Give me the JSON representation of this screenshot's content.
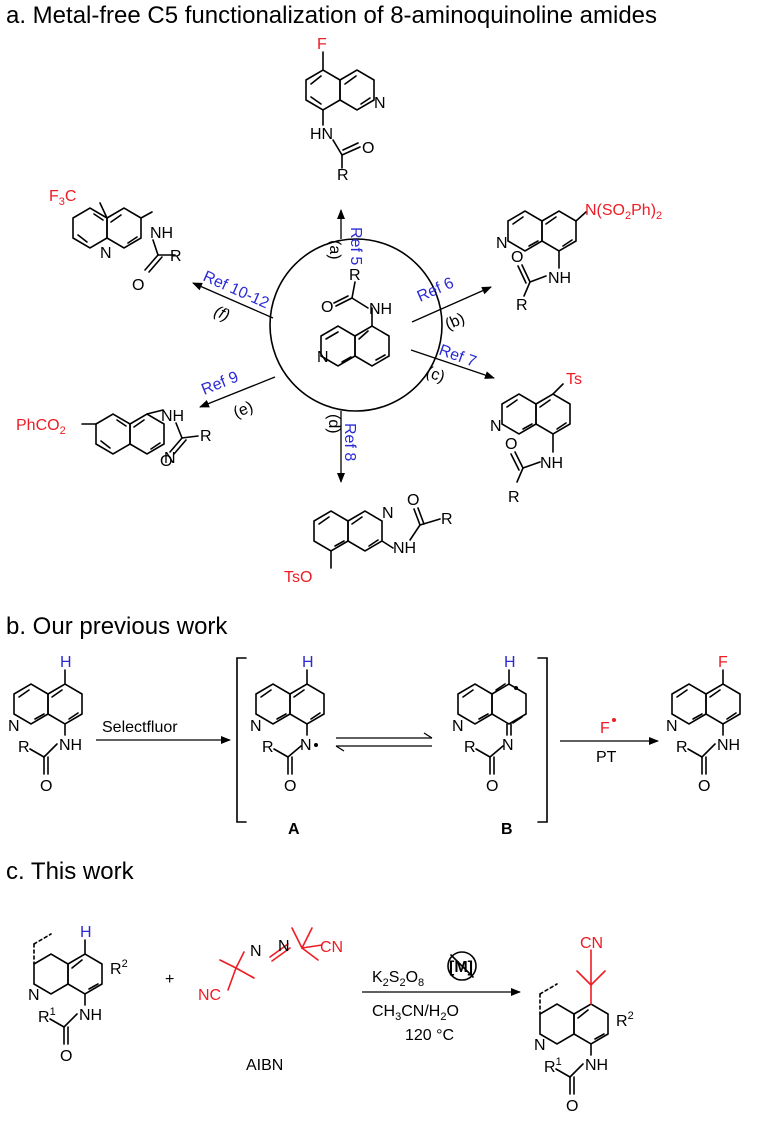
{
  "headers": {
    "a": "a. Metal-free C5 functionalization of 8-aminoquinoline amides",
    "b": "b. Our previous work",
    "c": "c. This work"
  },
  "panel_a": {
    "routes": [
      {
        "letter": "(a)",
        "ref": "Ref 5",
        "product": "F"
      },
      {
        "letter": "(b)",
        "ref": "Ref 6",
        "product": "N(SO2Ph)2"
      },
      {
        "letter": "(c)",
        "ref": "Ref 7",
        "product": "Ts"
      },
      {
        "letter": "(d)",
        "ref": "Ref 8",
        "product": "TsO"
      },
      {
        "letter": "(e)",
        "ref": "Ref 9",
        "product": "PhCO2"
      },
      {
        "letter": "(f)",
        "ref": "Ref 10-12",
        "product": "F3C"
      }
    ],
    "atoms": {
      "N": "N",
      "NH": "NH",
      "HN": "HN",
      "O": "O",
      "R": "R"
    }
  },
  "panel_b": {
    "reagent": "Selectfluor",
    "intermediate_a": "A",
    "intermediate_b": "B",
    "radical_reagent": "F",
    "pt_label": "PT",
    "H": "H",
    "F": "F"
  },
  "panel_c": {
    "reagent_name": "AIBN",
    "plus": "+",
    "oxidant": "K2S2O8",
    "metal_free": "[M]",
    "solvent": "CH3CN/H2O",
    "temperature": "120 °C",
    "CN": "CN",
    "NC": "NC",
    "R1": "R1",
    "R2": "R2"
  },
  "colors": {
    "highlight": "#ee1c24",
    "reference": "#2b2bd6",
    "hydrogen": "#2b2bd6"
  }
}
